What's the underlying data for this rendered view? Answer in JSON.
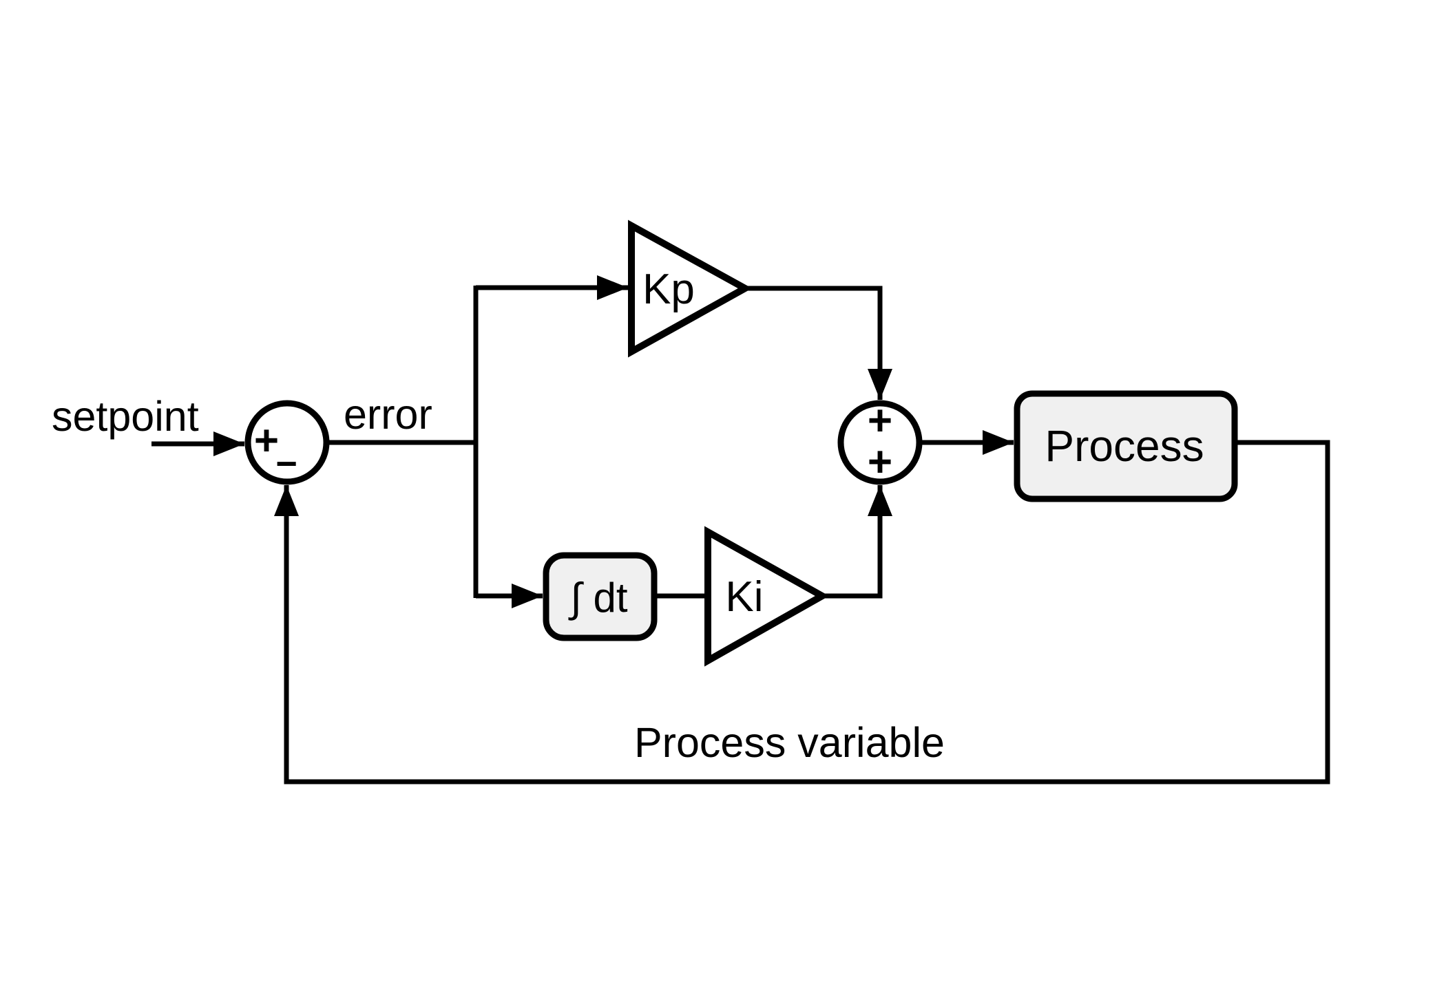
{
  "labels": {
    "setpoint": "setpoint",
    "error": "error",
    "process_variable": "Process variable"
  },
  "blocks": {
    "kp": "Kp",
    "ki": "Ki",
    "integrator": "∫ dt",
    "process": "Process"
  },
  "sums": {
    "sum1_plus": "+",
    "sum1_minus": "−",
    "sum2_plus_top": "+",
    "sum2_plus_bottom": "+"
  },
  "colors": {
    "line": "#000000",
    "block_fill": "#f0f0f0",
    "background": "#ffffff"
  }
}
